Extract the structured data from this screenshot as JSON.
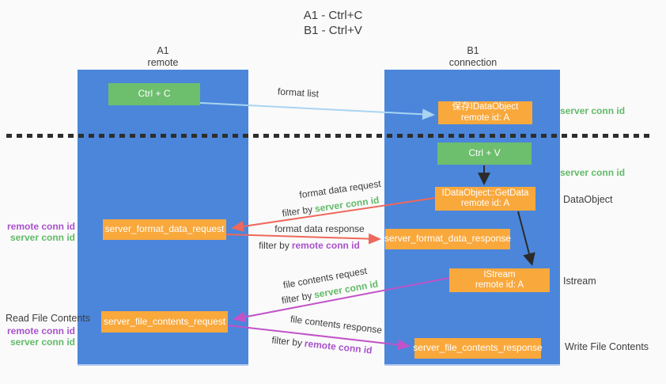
{
  "title": {
    "line1": "A1 - Ctrl+C",
    "line2": "B1 - Ctrl+V"
  },
  "lifelines": {
    "left": {
      "name": "A1",
      "role": "remote"
    },
    "right": {
      "name": "B1",
      "role": "connection"
    }
  },
  "nodes": {
    "ctrl_c": "Ctrl + C",
    "ctrl_v": "Ctrl + V",
    "save_idataobject": {
      "line1": "保存IDataObject",
      "line2": "remote id: A"
    },
    "getdata": {
      "line1": "IDataObject::GetData",
      "line2": "remote id: A"
    },
    "istream": {
      "line1": "IStream",
      "line2": "remote id: A"
    },
    "server_format_data_request": "server_format_data_request",
    "server_format_data_response": "server_format_data_response",
    "server_file_contents_request": "server_file_contents_request",
    "server_file_contents_response": "server_file_contents_response"
  },
  "arrow_labels": {
    "format_list": "format list",
    "format_data_request": "format data request",
    "format_data_response": "format data response",
    "file_contents_request": "file contents request",
    "file_contents_response": "file contents response",
    "filter_by": "filter by",
    "server_conn_id": "server conn id",
    "remote_conn_id": "remote conn id"
  },
  "side_labels": {
    "server_conn_id_top": "server conn id",
    "server_conn_id_mid": "server conn id",
    "dataobject": "DataObject",
    "istream": "Istream",
    "write_file_contents": "Write File Contents",
    "read_file_contents": "Read File Contents",
    "remote_conn_id_format": "remote conn id",
    "server_conn_id_format": "server conn id",
    "remote_conn_id_file": "remote conn id",
    "server_conn_id_file": "server conn id"
  },
  "colors": {
    "background": "#fafafa",
    "lifeline_blue": "#4b86db",
    "node_green": "#6dbe6d",
    "node_orange": "#f9a83c",
    "arrow_blue": "#a9d4f2",
    "arrow_red": "#ee685c",
    "arrow_magenta": "#c153c8",
    "arrow_black": "#2b2b2b",
    "label_green": "#62ba68",
    "label_purple": "#a952cc",
    "text_dark": "#3d3d3d"
  }
}
